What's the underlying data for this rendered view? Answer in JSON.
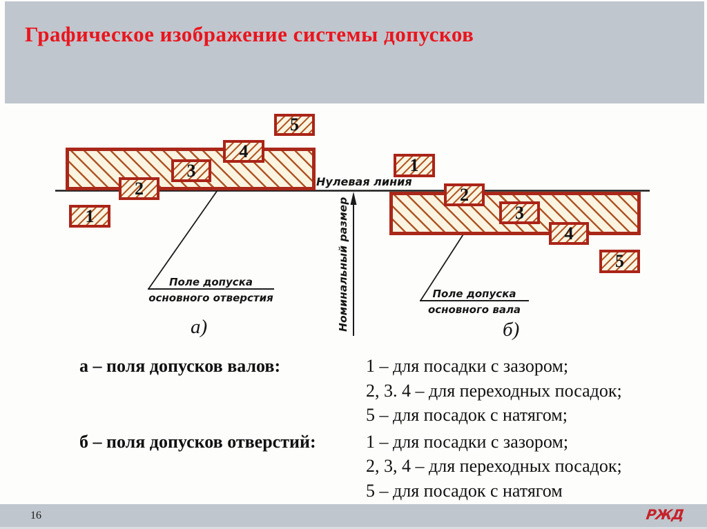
{
  "colors": {
    "header_bg": "#c0c6ce",
    "title_red": "#ea151d",
    "box_border_red": "#ab2418",
    "hatch_brown": "#b25a28",
    "box_fill_cream": "#fbf4e1",
    "footer_bg": "#bfc6cd",
    "logo_red": "#c5232b"
  },
  "header": {
    "title": "Графическое изображение системы допусков"
  },
  "diagram": {
    "zero_line_label": "Нулевая линия",
    "nominal_size_label": "Номинальный размер",
    "left": {
      "boxes": [
        "1",
        "2",
        "3",
        "4",
        "5"
      ],
      "caption_line1": "Поле допуска",
      "caption_line2": "основного отверстия",
      "sublabel": "а)"
    },
    "right": {
      "boxes": [
        "1",
        "2",
        "3",
        "4",
        "5"
      ],
      "caption_line1": "Поле допуска",
      "caption_line2": "основного вала",
      "sublabel": "б)"
    }
  },
  "legend": {
    "rows": [
      {
        "label": "а – поля допусков валов:",
        "items": [
          "1 – для посадки с зазором;",
          "2, 3. 4 – для переходных посадок;",
          "5 – для посадок с натягом;"
        ]
      },
      {
        "label": "б – поля допусков отверстий:",
        "items": [
          "1 – для посадки с зазором;",
          "2, 3, 4 – для переходных  посадок;",
          "5 – для посадок с натягом"
        ]
      }
    ]
  },
  "footer": {
    "page_number": "16",
    "logo": "РЖД"
  }
}
